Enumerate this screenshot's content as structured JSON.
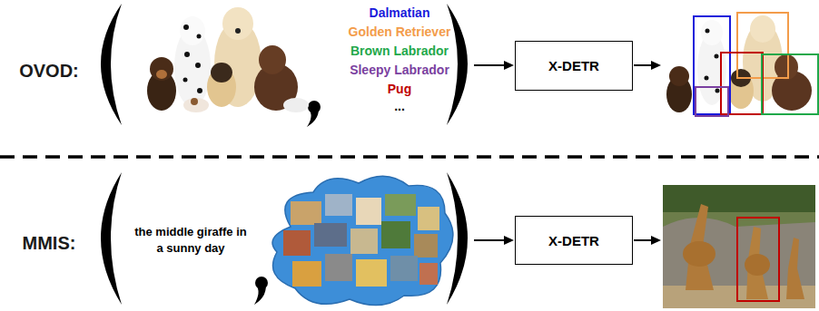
{
  "diagram": {
    "nodes": [
      {
        "text": [
          "X-DETR"
        ]
      },
      {
        "text": [
          "X-DETR"
        ]
      }
    ],
    "labels": [
      "OVOD:",
      "Dalmatian",
      "Golden Retriever",
      "Brown Labrador",
      "Sleepy Labrador",
      "Pug",
      "...",
      "MMIS:",
      "the middle giraffe in a sunny day"
    ]
  }
}
